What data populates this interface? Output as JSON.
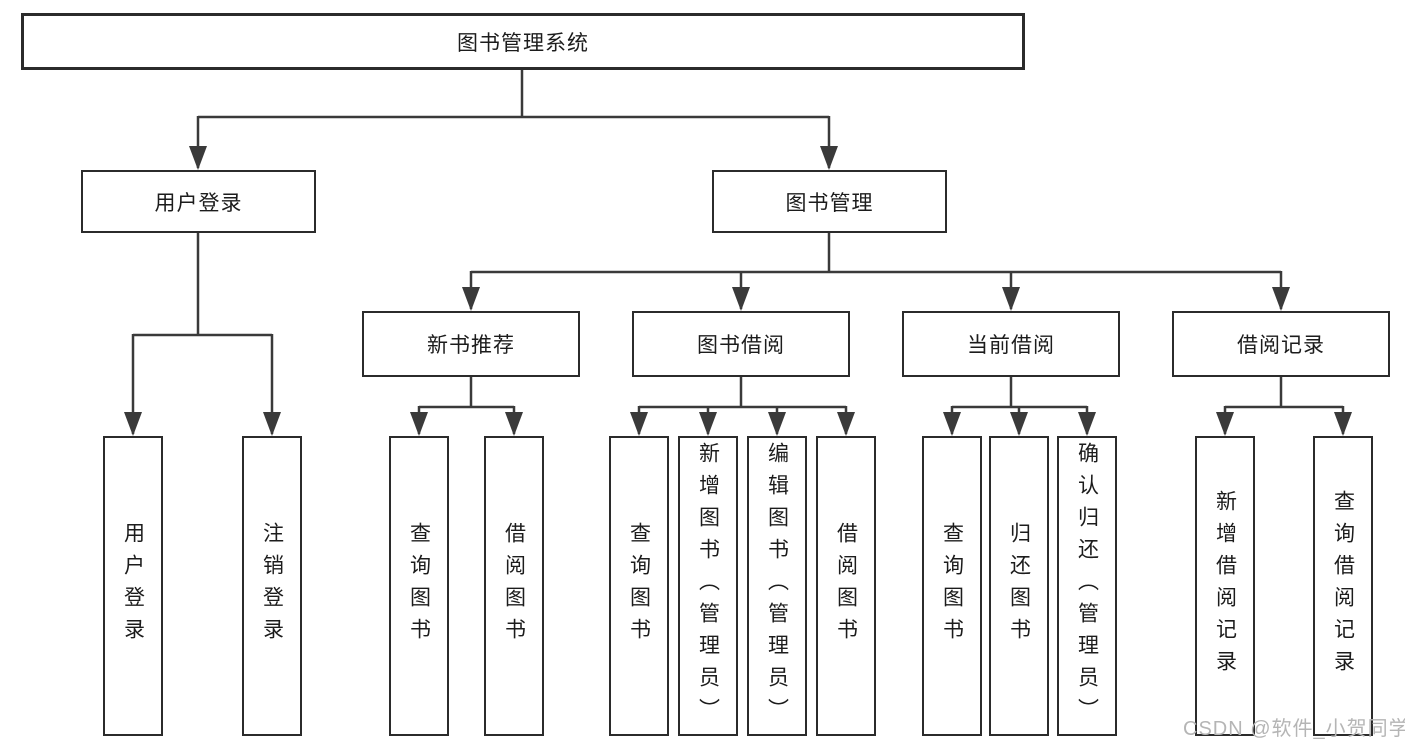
{
  "diagram_type": "hierarchy-tree",
  "colors": {
    "line": "#3a3a3a",
    "box_border": "#2b2b2b",
    "text": "#1c1c1c",
    "watermark": "#b5b5b5",
    "background": "#ffffff"
  },
  "watermark": "CSDN @软件_小贺同学",
  "tree": {
    "label": "图书管理系统",
    "children": [
      {
        "label": "用户登录",
        "children": [
          {
            "label": "用户登录"
          },
          {
            "label": "注销登录"
          }
        ]
      },
      {
        "label": "图书管理",
        "children": [
          {
            "label": "新书推荐",
            "children": [
              {
                "label": "查询图书"
              },
              {
                "label": "借阅图书"
              }
            ]
          },
          {
            "label": "图书借阅",
            "children": [
              {
                "label": "查询图书"
              },
              {
                "label": "新增图书（管理员）"
              },
              {
                "label": "编辑图书（管理员）"
              },
              {
                "label": "借阅图书"
              }
            ]
          },
          {
            "label": "当前借阅",
            "children": [
              {
                "label": "查询图书"
              },
              {
                "label": "归还图书"
              },
              {
                "label": "确认归还（管理员）"
              }
            ]
          },
          {
            "label": "借阅记录",
            "children": [
              {
                "label": "新增借阅记录"
              },
              {
                "label": "查询借阅记录"
              }
            ]
          }
        ]
      }
    ]
  }
}
